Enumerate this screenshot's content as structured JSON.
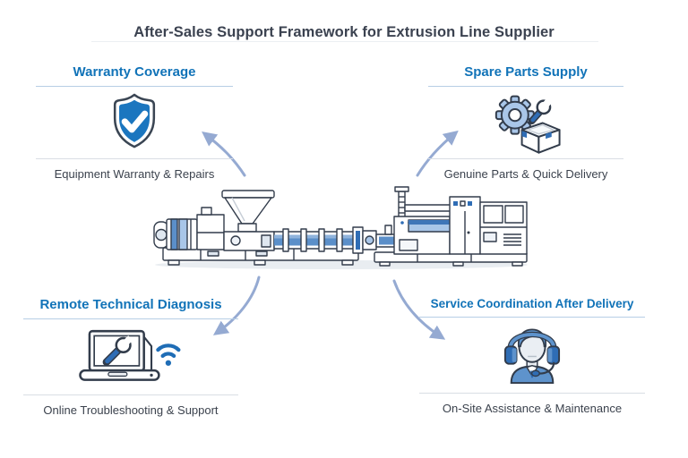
{
  "title": "After-Sales Support Framework for Extrusion Line Supplier",
  "quadrants": [
    {
      "id": "warranty-coverage",
      "heading": "Warranty Coverage",
      "caption": "Equipment Warranty & Repairs",
      "icon": "shield-check-icon"
    },
    {
      "id": "spare-parts-supply",
      "heading": "Spare Parts Supply",
      "caption": "Genuine Parts & Quick Delivery",
      "icon": "gear-wrench-box-icon"
    },
    {
      "id": "remote-technical-diagnosis",
      "heading": "Remote Technical Diagnosis",
      "caption": "Online Troubleshooting & Support",
      "icon": "laptop-wrench-wifi-icon"
    },
    {
      "id": "service-coordination-after-delivery",
      "heading": "Service Coordination After Delivery",
      "caption": "On-Site Assistance & Maintenance",
      "icon": "support-agent-headset-icon"
    }
  ],
  "illustration": {
    "name": "extrusion-line-machine"
  },
  "colors": {
    "heading_blue": "#1173b8",
    "title_text": "#3b4250",
    "caption_text": "#3b424d",
    "arrow": "#95aad2",
    "icon_blue": "#1b76bf",
    "icon_light_blue": "#a9c6e8",
    "machine_blue": "#5b8fc9",
    "outline_navy": "#323c4b"
  }
}
